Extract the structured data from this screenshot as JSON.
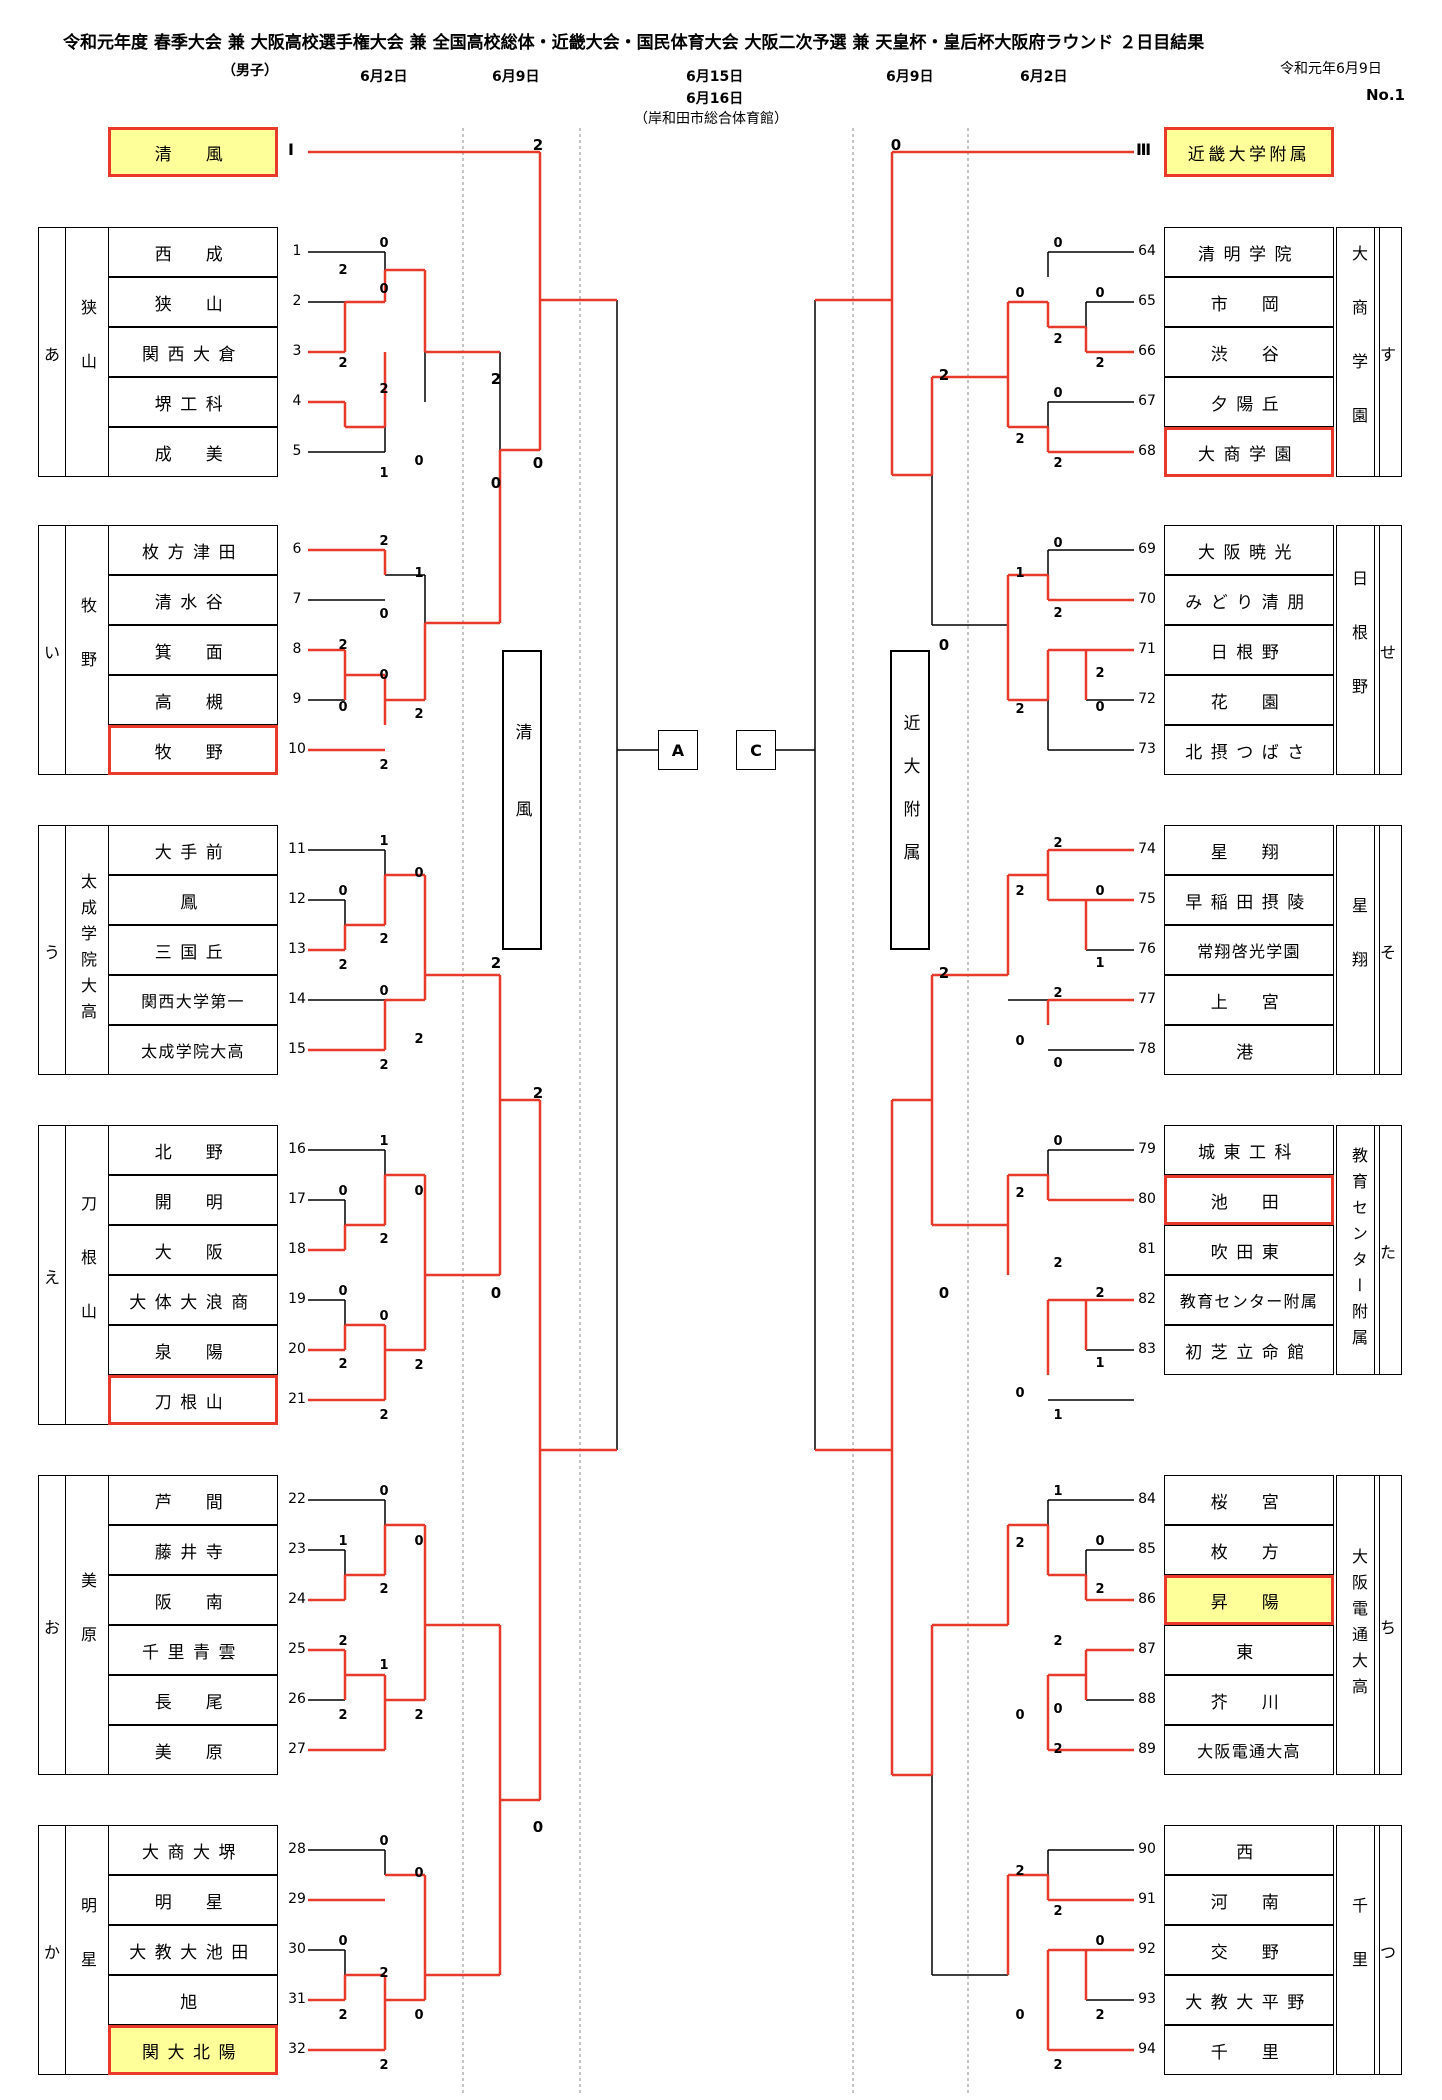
{
  "header": {
    "title": "令和元年度 春季大会 兼 大阪高校選手権大会 兼 全国高校総体・近畿大会・国民体育大会 大阪二次予選 兼 天皇杯・皇后杯大阪府ラウンド ２日目結果",
    "gender": "（男子）",
    "dates": [
      "6月2日",
      "6月9日",
      "6月15日",
      "6月16日",
      "6月9日",
      "6月2日"
    ],
    "venue": "（岸和田市総合体育館）",
    "issue_date": "令和元年6月9日",
    "doc_no": "No.1"
  },
  "seeds": {
    "left": {
      "name": "清　風",
      "mark": "Ⅰ"
    },
    "right": {
      "name": "近畿大学附属",
      "mark": "Ⅲ"
    }
  },
  "center": {
    "left_winner": "清風",
    "right_winner": "近大附属",
    "box_a": "A",
    "box_c": "C"
  },
  "left_groups": [
    {
      "kana": "あ",
      "name": "狭山",
      "teams": [
        {
          "no": "1",
          "name": "西　成"
        },
        {
          "no": "2",
          "name": "狭　山"
        },
        {
          "no": "3",
          "name": "関西大倉"
        },
        {
          "no": "4",
          "name": "堺工科"
        },
        {
          "no": "5",
          "name": "成　美"
        }
      ]
    },
    {
      "kana": "い",
      "name": "牧野",
      "teams": [
        {
          "no": "6",
          "name": "枚方津田"
        },
        {
          "no": "7",
          "name": "清水谷"
        },
        {
          "no": "8",
          "name": "箕　面"
        },
        {
          "no": "9",
          "name": "高　槻"
        },
        {
          "no": "10",
          "name": "牧　野"
        }
      ]
    },
    {
      "kana": "う",
      "name": "太成学院大高",
      "teams": [
        {
          "no": "11",
          "name": "大手前"
        },
        {
          "no": "12",
          "name": "鳳"
        },
        {
          "no": "13",
          "name": "三国丘"
        },
        {
          "no": "14",
          "name": "関西大学第一"
        },
        {
          "no": "15",
          "name": "太成学院大高"
        }
      ]
    },
    {
      "kana": "え",
      "name": "刀根山",
      "teams": [
        {
          "no": "16",
          "name": "北　野"
        },
        {
          "no": "17",
          "name": "開　明"
        },
        {
          "no": "18",
          "name": "大　阪"
        },
        {
          "no": "19",
          "name": "大体大浪商"
        },
        {
          "no": "20",
          "name": "泉　陽"
        },
        {
          "no": "21",
          "name": "刀根山"
        }
      ]
    },
    {
      "kana": "お",
      "name": "美原",
      "teams": [
        {
          "no": "22",
          "name": "芦　間"
        },
        {
          "no": "23",
          "name": "藤井寺"
        },
        {
          "no": "24",
          "name": "阪　南"
        },
        {
          "no": "25",
          "name": "千里青雲"
        },
        {
          "no": "26",
          "name": "長　尾"
        },
        {
          "no": "27",
          "name": "美　原"
        }
      ]
    },
    {
      "kana": "か",
      "name": "明星",
      "teams": [
        {
          "no": "28",
          "name": "大商大堺"
        },
        {
          "no": "29",
          "name": "明　星"
        },
        {
          "no": "30",
          "name": "大教大池田"
        },
        {
          "no": "31",
          "name": "旭"
        },
        {
          "no": "32",
          "name": "関大北陽"
        }
      ]
    }
  ],
  "right_groups": [
    {
      "kana": "す",
      "name": "大商学園",
      "teams": [
        {
          "no": "64",
          "name": "清明学院"
        },
        {
          "no": "65",
          "name": "市　岡"
        },
        {
          "no": "66",
          "name": "渋　谷"
        },
        {
          "no": "67",
          "name": "夕陽丘"
        },
        {
          "no": "68",
          "name": "大商学園"
        }
      ]
    },
    {
      "kana": "せ",
      "name": "日根野",
      "teams": [
        {
          "no": "69",
          "name": "大阪暁光"
        },
        {
          "no": "70",
          "name": "みどり清朋"
        },
        {
          "no": "71",
          "name": "日根野"
        },
        {
          "no": "72",
          "name": "花　園"
        },
        {
          "no": "73",
          "name": "北摂つばさ"
        }
      ]
    },
    {
      "kana": "そ",
      "name": "星翔",
      "teams": [
        {
          "no": "74",
          "name": "星　翔"
        },
        {
          "no": "75",
          "name": "早稲田摂陵"
        },
        {
          "no": "76",
          "name": "常翔啓光学園"
        },
        {
          "no": "77",
          "name": "上　宮"
        },
        {
          "no": "78",
          "name": "港"
        }
      ]
    },
    {
      "kana": "た",
      "name": "教育センター附属",
      "teams": [
        {
          "no": "79",
          "name": "城東工科"
        },
        {
          "no": "80",
          "name": "池　田"
        },
        {
          "no": "81",
          "name": "吹田東"
        },
        {
          "no": "82",
          "name": "教育センター附属"
        },
        {
          "no": "83",
          "name": "初芝立命館"
        }
      ]
    },
    {
      "kana": "ち",
      "name": "大阪電通大高",
      "teams": [
        {
          "no": "84",
          "name": "桜　宮"
        },
        {
          "no": "85",
          "name": "枚　方"
        },
        {
          "no": "86",
          "name": "昇　陽"
        },
        {
          "no": "87",
          "name": "東"
        },
        {
          "no": "88",
          "name": "芥　川"
        },
        {
          "no": "89",
          "name": "大阪電通大高"
        }
      ]
    },
    {
      "kana": "つ",
      "name": "千里",
      "teams": [
        {
          "no": "90",
          "name": "西"
        },
        {
          "no": "91",
          "name": "河　南"
        },
        {
          "no": "92",
          "name": "交　野"
        },
        {
          "no": "93",
          "name": "大教大平野"
        },
        {
          "no": "94",
          "name": "千　里"
        }
      ]
    }
  ],
  "scores": {
    "left": [
      [
        "0",
        "0",
        "2",
        "2",
        "2",
        "0",
        "1"
      ],
      [
        "2",
        "0",
        "1",
        "2",
        "0",
        "0",
        "2",
        "2"
      ],
      [
        "1",
        "0",
        "0",
        "2",
        "2",
        "0",
        "2",
        "2"
      ],
      [
        "1",
        "0",
        "0",
        "2",
        "0",
        "0",
        "2",
        "2",
        "2"
      ],
      [
        "0",
        "1",
        "0",
        "2",
        "2",
        "1",
        "2",
        "2"
      ],
      [
        "0",
        "0",
        "0",
        "2",
        "0",
        "2",
        "2"
      ],
      [
        "2",
        "0",
        "2",
        "0",
        "2",
        "0",
        "2",
        "0"
      ]
    ],
    "right": [
      [
        "0",
        "0",
        "0",
        "2",
        "2",
        "0",
        "2",
        "2"
      ],
      [
        "0",
        "1",
        "2",
        "2",
        "2",
        "0"
      ],
      [
        "2",
        "2",
        "0",
        "1",
        "2",
        "0",
        "0"
      ],
      [
        "0",
        "2",
        "2",
        "2",
        "1",
        "0",
        "1"
      ],
      [
        "1",
        "2",
        "0",
        "2",
        "2",
        "0",
        "0",
        "2"
      ],
      [
        "2",
        "2",
        "0",
        "2",
        "0",
        "2"
      ],
      [
        "2",
        "0",
        "2",
        "0",
        "0"
      ]
    ]
  }
}
